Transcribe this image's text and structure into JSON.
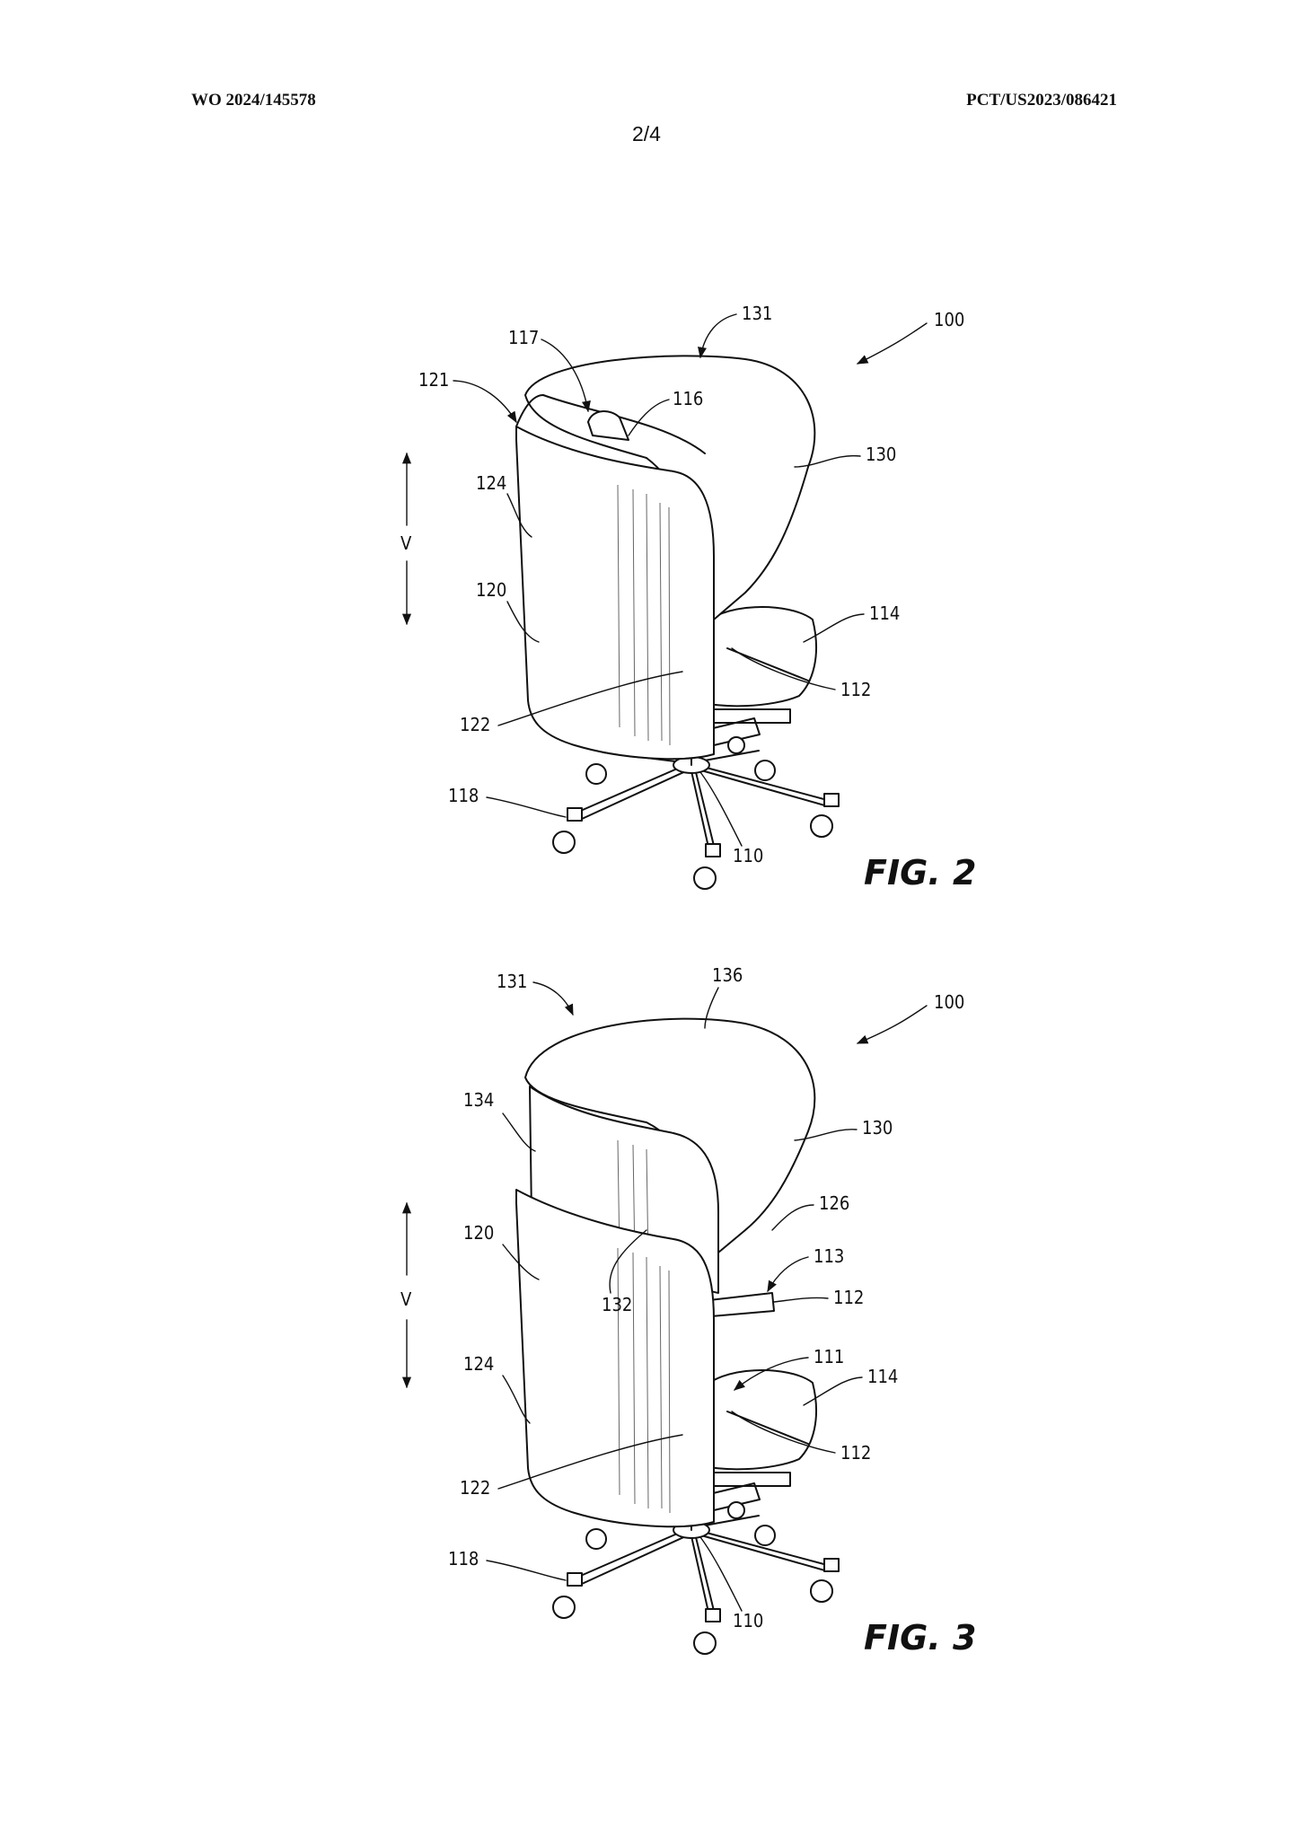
{
  "header": {
    "publication_number": "WO 2024/145578",
    "application_number": "PCT/US2023/086421",
    "sheet": "2/4"
  },
  "figures": [
    {
      "caption": "FIG. 2",
      "reference_numerals": {
        "r100": "100",
        "r131": "131",
        "r117": "117",
        "r121": "121",
        "r116": "116",
        "r130": "130",
        "r124": "124",
        "r120": "120",
        "r114": "114",
        "r112": "112",
        "r122": "122",
        "r118": "118",
        "r110": "110",
        "rV": "V"
      }
    },
    {
      "caption": "FIG. 3",
      "reference_numerals": {
        "r131": "131",
        "r136": "136",
        "r100": "100",
        "r134": "134",
        "r130": "130",
        "r126": "126",
        "r120": "120",
        "r113": "113",
        "r132": "132",
        "r112a": "112",
        "r111": "111",
        "r124": "124",
        "r114": "114",
        "r112b": "112",
        "r122": "122",
        "r118": "118",
        "r110": "110",
        "rV": "V"
      }
    }
  ]
}
